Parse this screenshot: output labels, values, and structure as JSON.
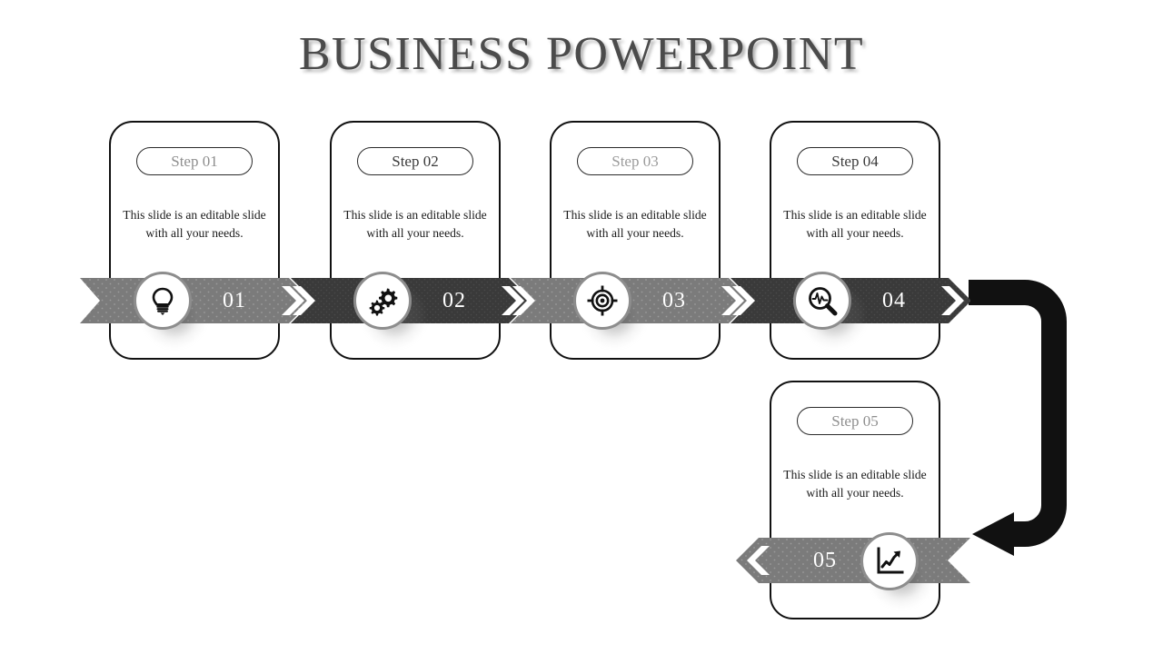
{
  "slide": {
    "title": "BUSINESS POWERPOINT",
    "background_color": "#ffffff",
    "body_text": "This slide is an editable slide with all your needs."
  },
  "palette": {
    "banner_light": "#7b7b7b",
    "banner_dark": "#3a3a3a",
    "card_border": "#111111",
    "title_color": "#4b4b4b",
    "number_color": "#ffffff",
    "step_label_light": "#8e8e8e",
    "step_label_dark": "#3a3a3a",
    "elbow_color": "#111111",
    "icon_ring": "#8d8d8d"
  },
  "steps": [
    {
      "id": "step-01",
      "pill_label": "Step 01",
      "body": "This slide is an editable slide with all your needs.",
      "number": "01",
      "icon": "lightbulb-icon",
      "tone": "light"
    },
    {
      "id": "step-02",
      "pill_label": "Step 02",
      "body": "This slide is an editable slide with all your needs.",
      "number": "02",
      "icon": "gears-icon",
      "tone": "dark"
    },
    {
      "id": "step-03",
      "pill_label": "Step 03",
      "body": "This slide is an editable slide with all your needs.",
      "number": "03",
      "icon": "target-icon",
      "tone": "light"
    },
    {
      "id": "step-04",
      "pill_label": "Step 04",
      "body": "This slide is an editable slide with all your needs.",
      "number": "04",
      "icon": "magnifier-pulse-icon",
      "tone": "dark"
    },
    {
      "id": "step-05",
      "pill_label": "Step 05",
      "body": "This slide is an editable slide with all your needs.",
      "number": "05",
      "icon": "growth-chart-icon",
      "tone": "light"
    }
  ]
}
